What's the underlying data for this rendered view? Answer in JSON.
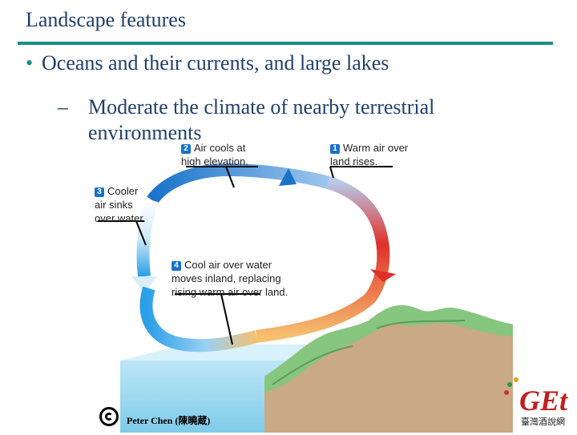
{
  "title": "Landscape features",
  "bullet": "Oceans and their currents, and large lakes",
  "sub_bullet": "Moderate the climate of nearby terrestrial environments",
  "callouts": [
    {
      "num": "1",
      "text": "Warm air over land rises."
    },
    {
      "num": "2",
      "text": "Air cools at high elevation."
    },
    {
      "num": "3",
      "text": "Cooler air sinks over water."
    },
    {
      "num": "4",
      "text": "Cool air over water moves inland, replacing rising warm air over land."
    }
  ],
  "credit": "Peter Chen (陳曉蔵)",
  "logo_text": "GEt",
  "logo_subtext": "臺灣酒說網",
  "colors": {
    "heading": "#1f3f6e",
    "rule": "#1a8c8c",
    "cool_arrow": "#2a9ee8",
    "warm_arrow": "#e0302a",
    "water": "#9fd8f0",
    "land": "#c8a98a",
    "vegetation": "#7dbf7a"
  }
}
